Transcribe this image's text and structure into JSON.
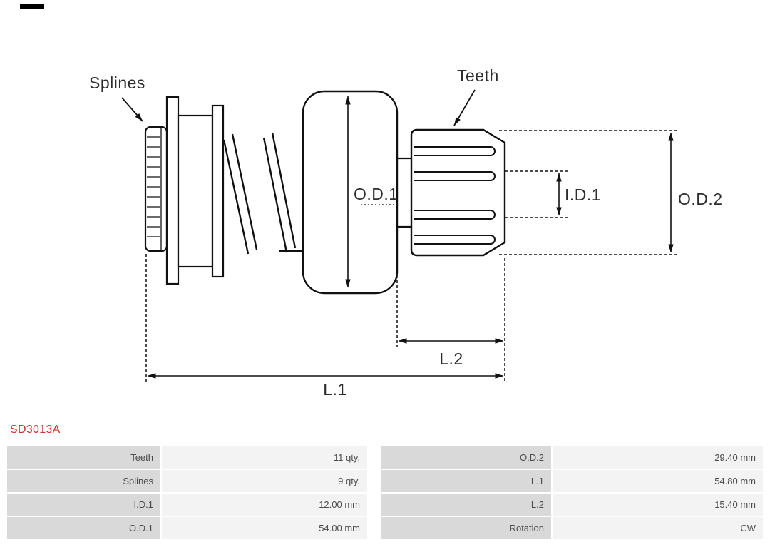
{
  "part_number": "SD3013A",
  "accent_color": "#cc3333",
  "diagram": {
    "labels": {
      "splines": "Splines",
      "teeth": "Teeth",
      "od1": "O.D.1",
      "id1": "I.D.1",
      "od2": "O.D.2",
      "l2": "L.2",
      "l1": "L.1"
    }
  },
  "spec_table": {
    "rows": [
      {
        "label_left": "Teeth",
        "value_left": "11 qty.",
        "label_right": "O.D.2",
        "value_right": "29.40 mm"
      },
      {
        "label_left": "Splines",
        "value_left": "9 qty.",
        "label_right": "L.1",
        "value_right": "54.80 mm"
      },
      {
        "label_left": "I.D.1",
        "value_left": "12.00 mm",
        "label_right": "L.2",
        "value_right": "15.40 mm"
      },
      {
        "label_left": "O.D.1",
        "value_left": "54.00 mm",
        "label_right": "Rotation",
        "value_right": "CW"
      }
    ]
  }
}
